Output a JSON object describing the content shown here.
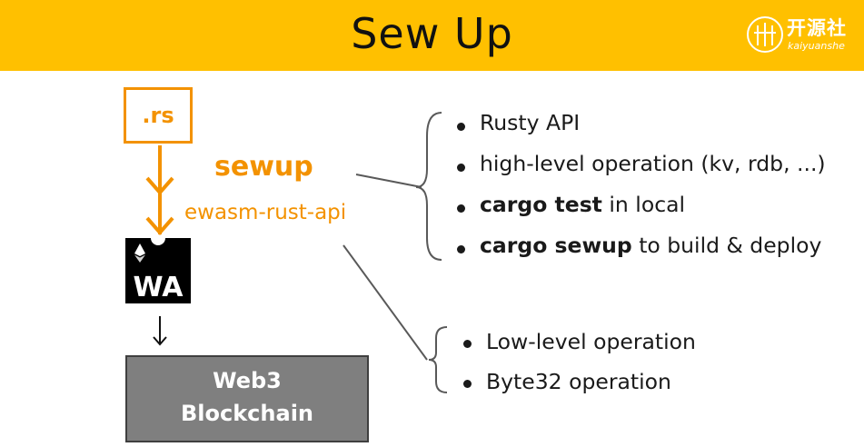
{
  "header": {
    "title": "Sew Up",
    "logo_cn": "开源社",
    "logo_en": "kaiyuanshe"
  },
  "diagram": {
    "source_file": ".rs",
    "crate_name": "sewup",
    "crate_dep": "ewasm-rust-api",
    "wasm_logo_text": "WA",
    "target_line1": "Web3",
    "target_line2": "Blockchain"
  },
  "sewup_features": [
    {
      "bold": "",
      "text": "Rusty API"
    },
    {
      "bold": "",
      "text": "high-level operation (kv, rdb, ...)"
    },
    {
      "bold": "cargo test",
      "text": " in local"
    },
    {
      "bold": "cargo sewup",
      "text": " to build & deploy"
    }
  ],
  "api_features": [
    {
      "text": "Low-level operation"
    },
    {
      "text": "Byte32 operation"
    }
  ],
  "colors": {
    "header_bg": "#ffc000",
    "accent_orange": "#f39200",
    "block_gray": "#7f7f7f",
    "wasm_black": "#000000"
  }
}
